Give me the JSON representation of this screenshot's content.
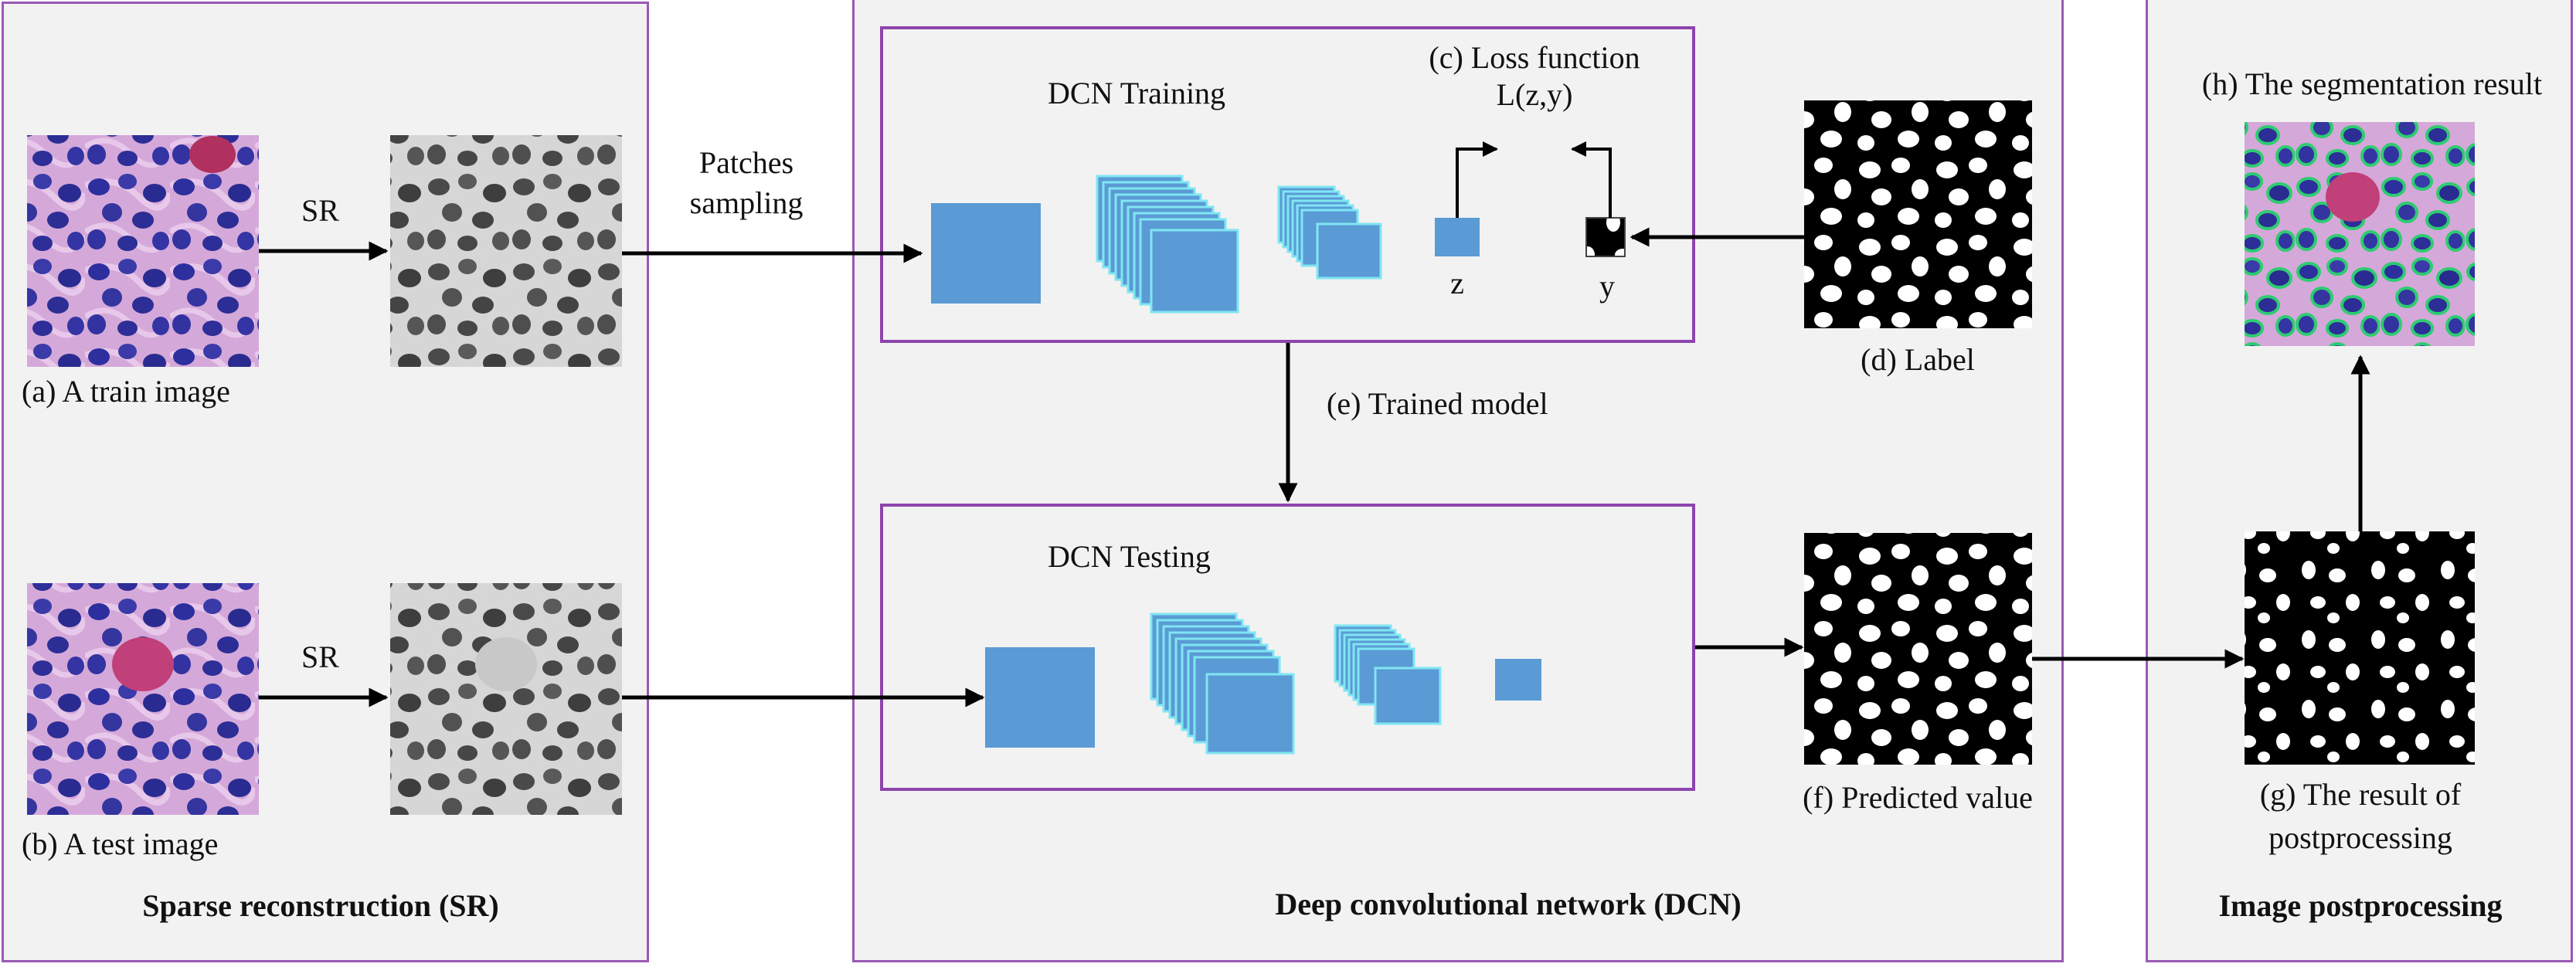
{
  "panels": {
    "sr": {
      "title": "Sparse reconstruction (SR)"
    },
    "dcn": {
      "title": "Deep convolutional network (DCN)"
    },
    "post": {
      "title": "Image postprocessing"
    }
  },
  "labels": {
    "train_image": "(a) A train image",
    "test_image": "(b) A test image",
    "sr_top": "SR",
    "sr_bottom": "SR",
    "patches_line1": "Patches",
    "patches_line2": "sampling",
    "dcn_training": "DCN Training",
    "dcn_testing": "DCN Testing",
    "loss_line1": "(c) Loss function",
    "loss_line2": "L(z,y)",
    "z": "z",
    "y": "y",
    "label": "(d) Label",
    "trained_model": "(e) Trained model",
    "predicted": "(f) Predicted value",
    "postproc_line1": "(g) The result of",
    "postproc_line2": "postprocessing",
    "segmentation": "(h) The segmentation result"
  },
  "colors": {
    "panel_border": "#9b59b6",
    "panel_fill": "#f2f2f2",
    "block_fill": "#5b9bd5",
    "block_edge": "#7fe6f2"
  }
}
